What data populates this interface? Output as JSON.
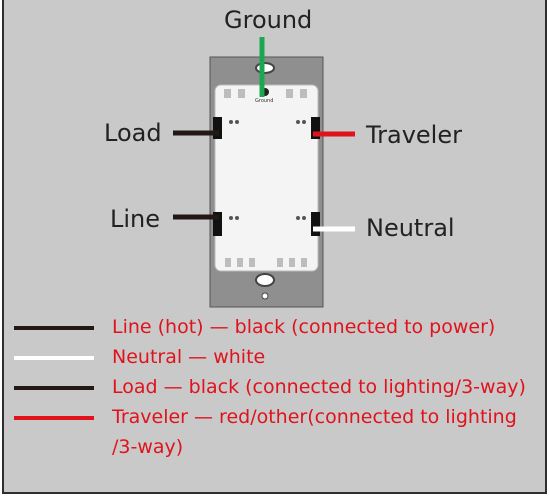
{
  "labels": {
    "ground": "Ground",
    "load": "Load",
    "traveler": "Traveler",
    "line": "Line",
    "neutral": "Neutral",
    "switch_ground": "Ground"
  },
  "colors": {
    "background": "#c9c9c9",
    "ground_wire": "#1aa84f",
    "hot_wire": "#231815",
    "neutral_wire": "#ffffff",
    "traveler_wire": "#e0121b",
    "legend_text": "#e0121b"
  },
  "legend": [
    {
      "text": "Line (hot) — black (connected to power)",
      "color": "#231815"
    },
    {
      "text": "Neutral — white",
      "color": "#ffffff"
    },
    {
      "text": "Load — black (connected to lighting/3-way)",
      "color": "#231815"
    },
    {
      "text": "Traveler — red/other(connected to lighting",
      "text2": "/3-way)",
      "color": "#e0121b"
    }
  ]
}
